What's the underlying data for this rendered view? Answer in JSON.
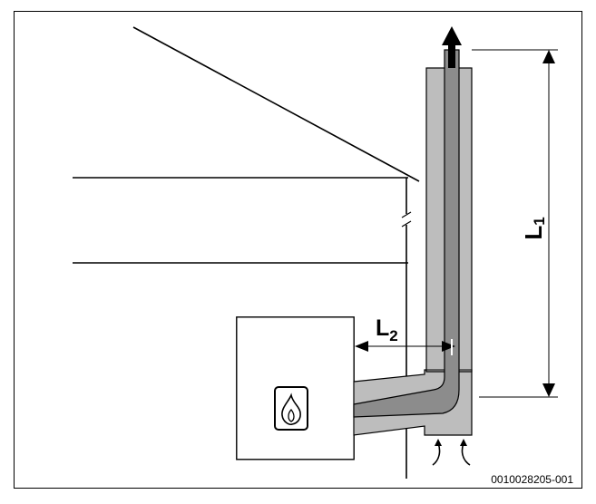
{
  "diagram": {
    "labels": {
      "l1": {
        "main": "L",
        "sub": "1"
      },
      "l2": {
        "main": "L",
        "sub": "2"
      }
    },
    "figure_id": "0010028205-001",
    "icons": {
      "boiler_symbol": "flame-icon",
      "exhaust_direction": "up-arrow-icon",
      "air_intake": "curved-arrow-icon"
    },
    "colors": {
      "frame": "#000000",
      "outer_pipe": "#bdbdbd",
      "inner_pipe": "#8c8c8c",
      "background": "#ffffff"
    }
  }
}
